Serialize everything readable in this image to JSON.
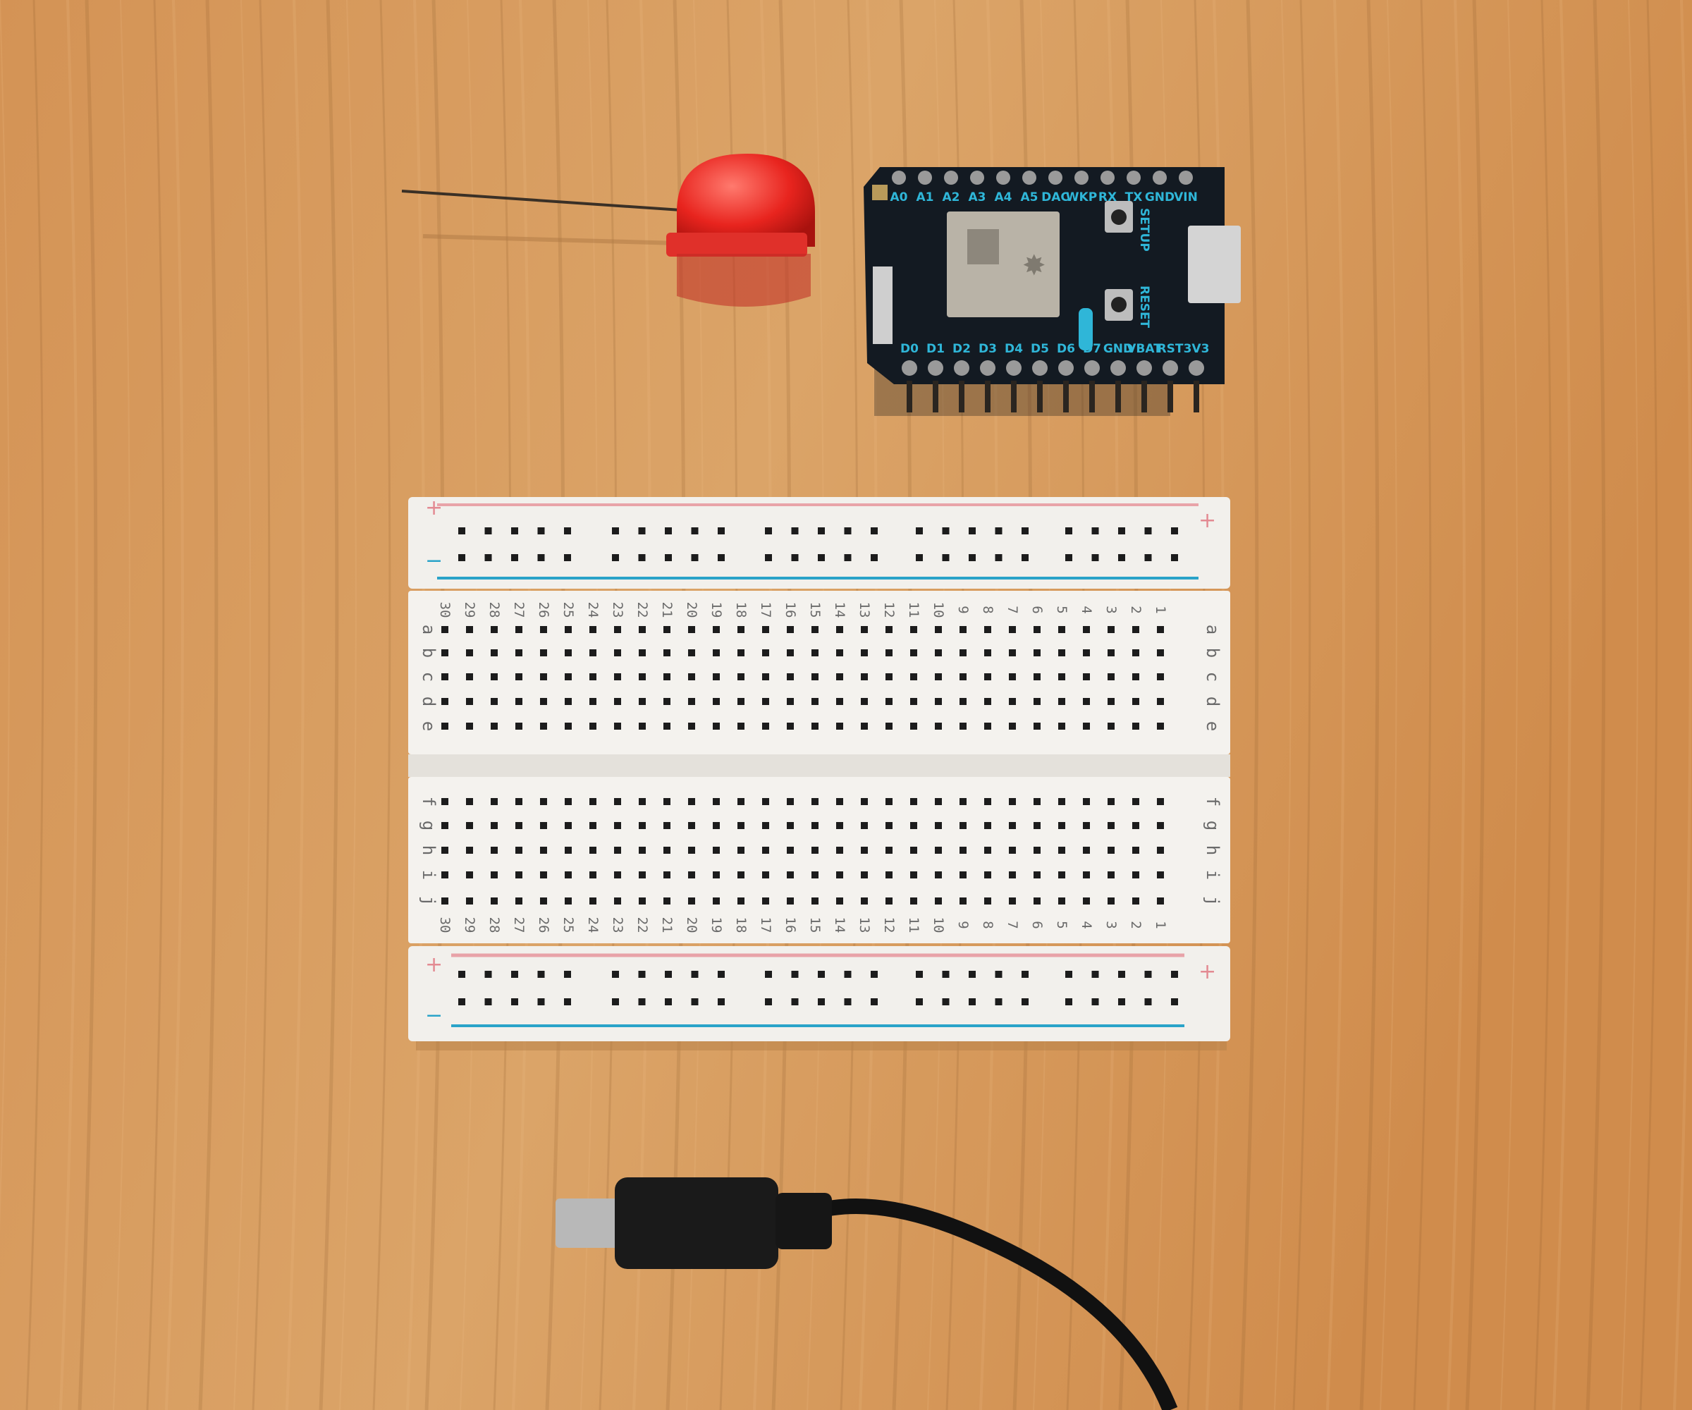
{
  "photon": {
    "top_pins": [
      "A0",
      "A1",
      "A2",
      "A3",
      "A4",
      "A5",
      "DAC",
      "WKP",
      "RX",
      "TX",
      "GND",
      "VIN"
    ],
    "bottom_pins": [
      "D0",
      "D1",
      "D2",
      "D3",
      "D4",
      "D5",
      "D6",
      "D7",
      "GND",
      "VBAT",
      "RST",
      "3V3"
    ],
    "setup_label": "SETUP",
    "reset_label": "RESET",
    "mask_color": "#131a22",
    "silk_color": "#2fb6d8"
  },
  "breadboard": {
    "columns": 30,
    "top_rows": [
      "a",
      "b",
      "c",
      "d",
      "e"
    ],
    "bottom_rows": [
      "f",
      "g",
      "h",
      "i",
      "j"
    ],
    "rail_plus": "+",
    "rail_minus": "−",
    "rail_red": "#e8a3a8",
    "rail_blue": "#2aa3c9"
  },
  "led": {
    "color": "#e8241e"
  },
  "background": {
    "wood": "#d69a5c"
  }
}
